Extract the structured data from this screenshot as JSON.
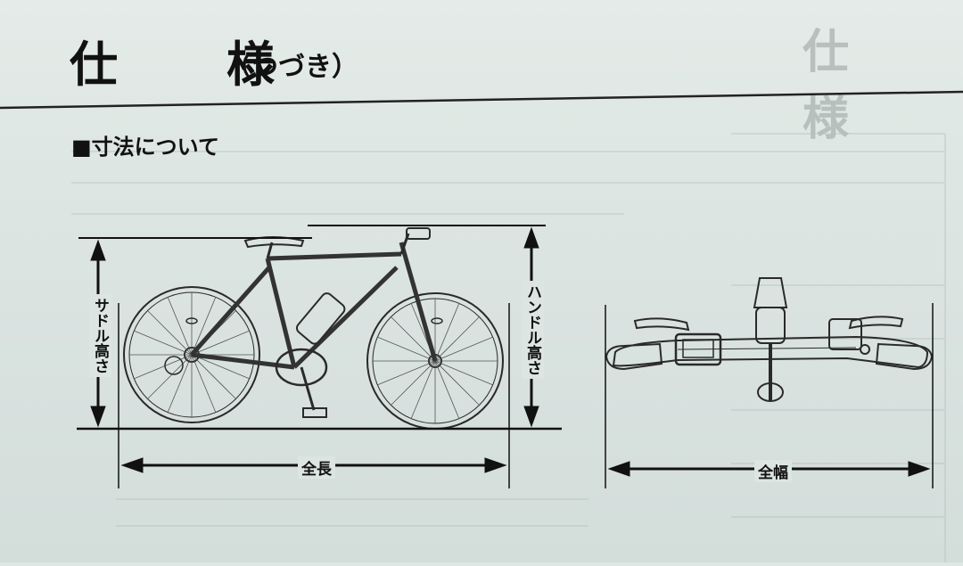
{
  "header": {
    "title": "仕　様",
    "title_suffix": "（つづき）",
    "corner_title": "仕　様"
  },
  "section": {
    "heading": "■寸法について"
  },
  "dimensions": {
    "saddle_height": "サドル高さ",
    "handle_height": "ハンドル高さ",
    "overall_length": "全長",
    "overall_width": "全幅"
  },
  "colors": {
    "ink": "#1b1b1b",
    "paper": "#dfe6e3"
  }
}
